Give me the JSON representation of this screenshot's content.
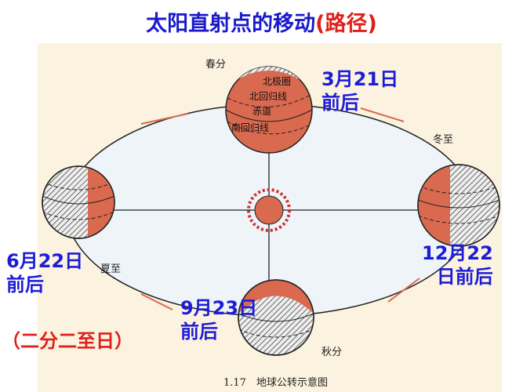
{
  "title": {
    "main": "太阳直射点的移动",
    "paren": "(路径)"
  },
  "seasons": {
    "spring": "春分",
    "summer": "夏至",
    "autumn": "秋分",
    "winter": "冬至"
  },
  "globe_labels": {
    "arctic_circle": "北极圈",
    "tropic_cancer": "北回归线",
    "equator": "赤道",
    "tropic_capricorn": "南回归线"
  },
  "dates": {
    "mar": [
      "3月21日",
      "前后"
    ],
    "jun": [
      "6月22日",
      "前后"
    ],
    "sep": [
      "9月23日",
      "前后"
    ],
    "dec": [
      "12月22",
      "日前后"
    ]
  },
  "note": "（二分二至日）",
  "caption": "1.17　地球公转示意图",
  "colors": {
    "title": "#1a1acc",
    "accent": "#e0201a",
    "labels": "#1c1cd8",
    "globe": "#d9694f",
    "background": "#fbf3df"
  }
}
